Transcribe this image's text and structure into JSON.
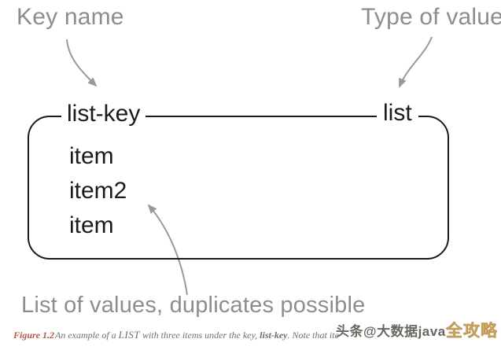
{
  "labels": {
    "key_name": "Key name",
    "type_of_value": "Type of value",
    "list_values": "List of values, duplicates possible"
  },
  "box": {
    "key": "list-key",
    "type": "list",
    "items": [
      "item",
      "item2",
      "item"
    ]
  },
  "caption": {
    "figure": "Figure 1.2",
    "part1": "An example of a ",
    "term": "LIST",
    "part2": " with three items under the key, ",
    "key": "list-key",
    "part3": ". Note that ite"
  },
  "watermark": {
    "prefix": "头条@大数据java",
    "suffix": "全攻略"
  },
  "colors": {
    "label_gray": "#8d8d8d",
    "arrow_gray": "#9a9a9a",
    "ink": "#1a1a1a",
    "caption_red": "#b5564a",
    "caption_gray": "#6e6e6e",
    "watermark_gray": "#55504a",
    "watermark_gold": "#c8a25c"
  }
}
